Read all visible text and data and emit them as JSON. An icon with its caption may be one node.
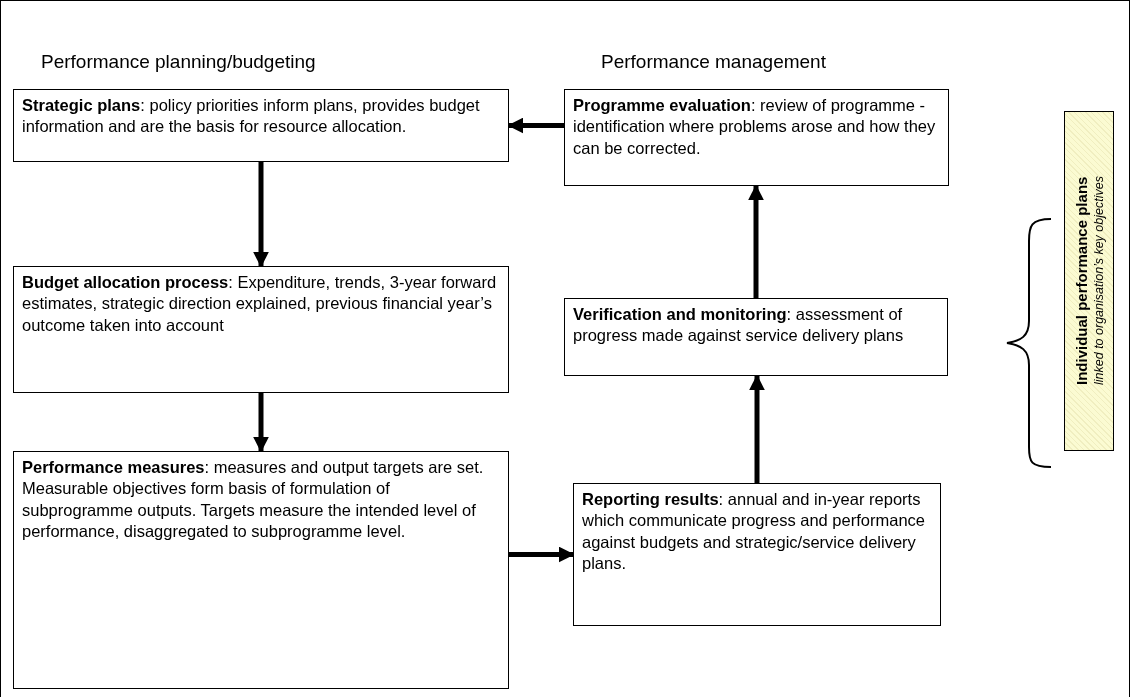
{
  "diagram": {
    "nodes": [
      {
        "text": [
          "**Strategic plans**: policy priorities inform plans, provides budget information and are the basis for resource allocation."
        ]
      },
      {
        "text": [
          "**Budget allocation process**: Expenditure, trends, 3-year forward estimates, strategic direction explained, previous financial year’s outcome taken into account"
        ]
      },
      {
        "text": [
          "**Performance measures**: measures and output targets are set.  Measurable objectives form basis of formulation of subprogramme outputs.  Targets measure the intended level of performance, disaggregated to subprogramme level."
        ]
      },
      {
        "text": [
          "**Programme evaluation**: review of programme - identification where problems arose and how they can be corrected."
        ]
      },
      {
        "text": [
          "**Verification and monitoring**: assessment of progress made against service delivery plans"
        ]
      },
      {
        "text": [
          "**Reporting results**: annual and in-year reports which communicate progress and performance against budgets and strategic/service delivery plans."
        ]
      },
      {
        "text": [
          "Individual performance plans",
          "linked to organisation’s key objectives"
        ]
      }
    ],
    "edges": [
      {
        "from": 3,
        "to": 0,
        "arrow": "to"
      },
      {
        "from": 0,
        "to": 1,
        "arrow": "to"
      },
      {
        "from": 1,
        "to": 2,
        "arrow": "to"
      },
      {
        "from": 2,
        "to": 5,
        "arrow": "to"
      },
      {
        "from": 5,
        "to": 4,
        "arrow": "to"
      },
      {
        "from": 4,
        "to": 3,
        "arrow": "to"
      }
    ],
    "labels": [
      "Performance planning/budgeting",
      "Performance management"
    ]
  }
}
